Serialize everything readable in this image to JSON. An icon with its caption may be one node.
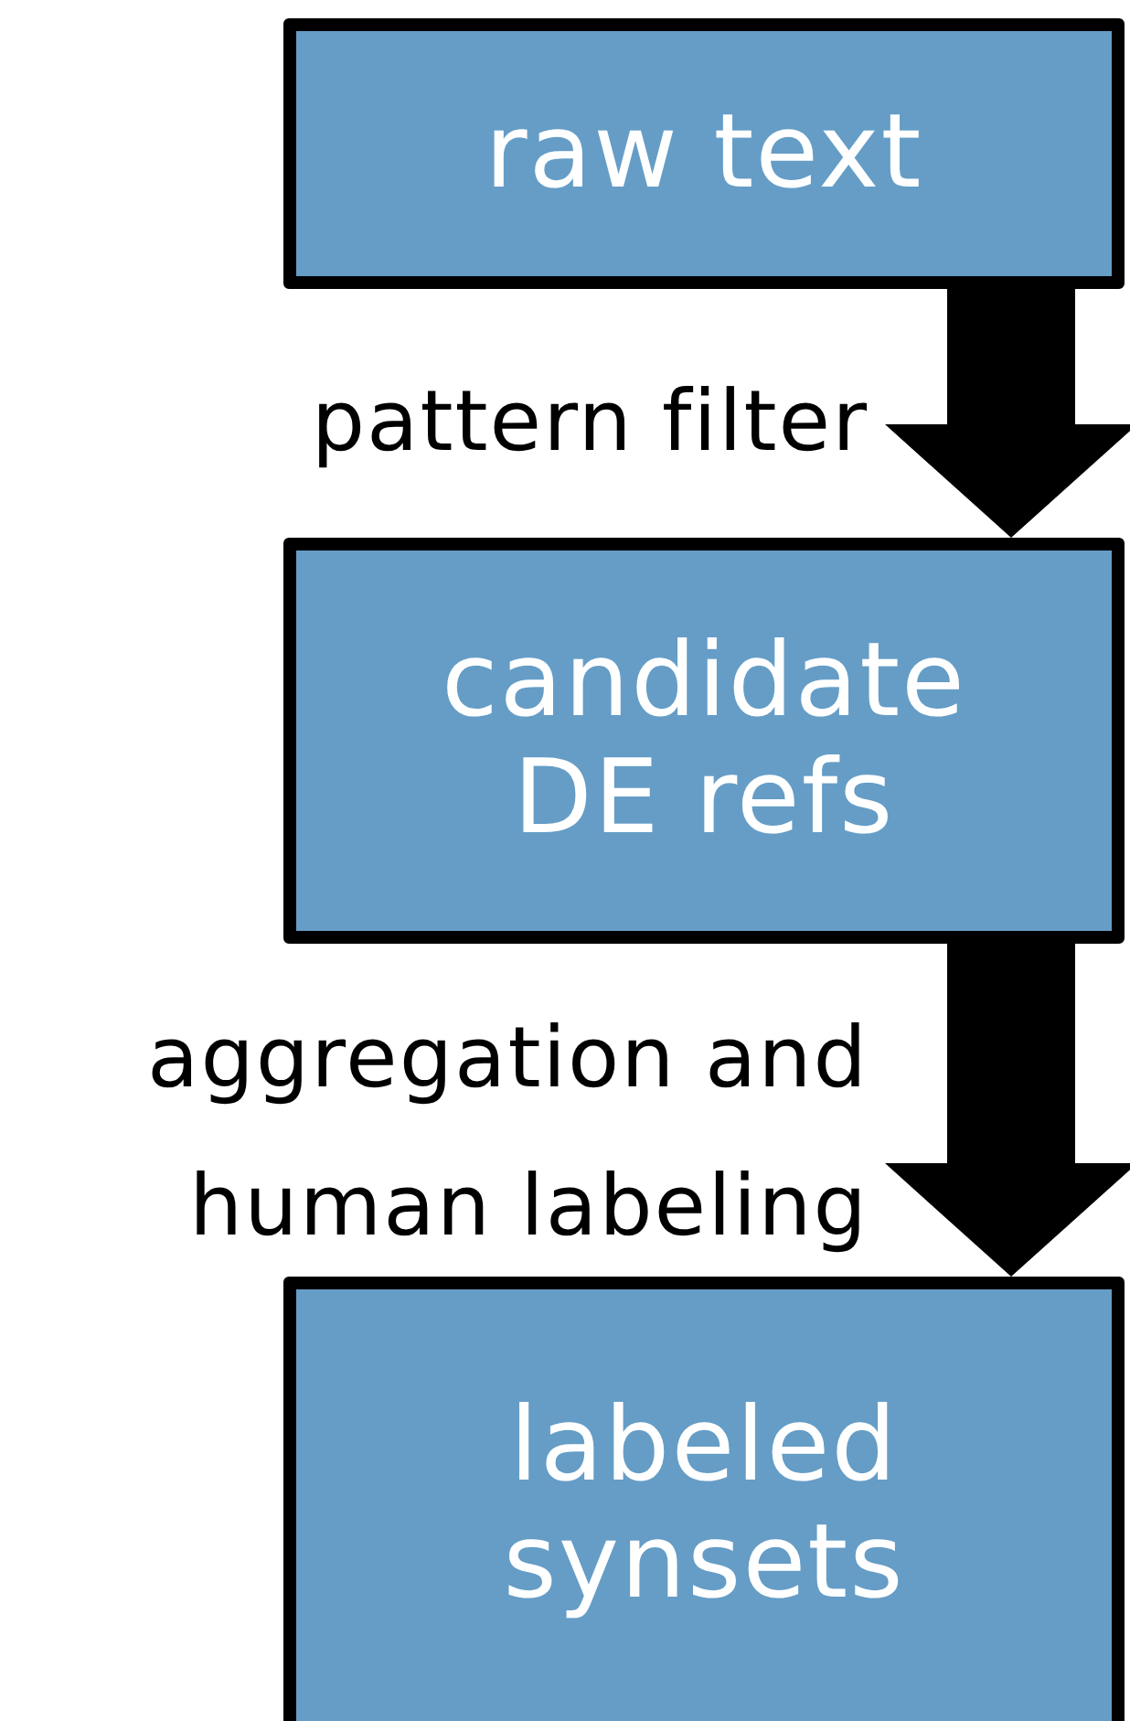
{
  "diagram": {
    "nodes": [
      {
        "text": [
          "raw text"
        ]
      },
      {
        "text": [
          "candidate DE refs"
        ]
      },
      {
        "text": [
          "labeled synsets"
        ]
      }
    ],
    "edges": [
      {
        "from": 0,
        "to": 1,
        "arrow": "to",
        "label": "pattern filter",
        "style": "thick"
      },
      {
        "from": 1,
        "to": 2,
        "arrow": "to",
        "label": "aggregation and human labeling",
        "style": "thick"
      }
    ]
  }
}
